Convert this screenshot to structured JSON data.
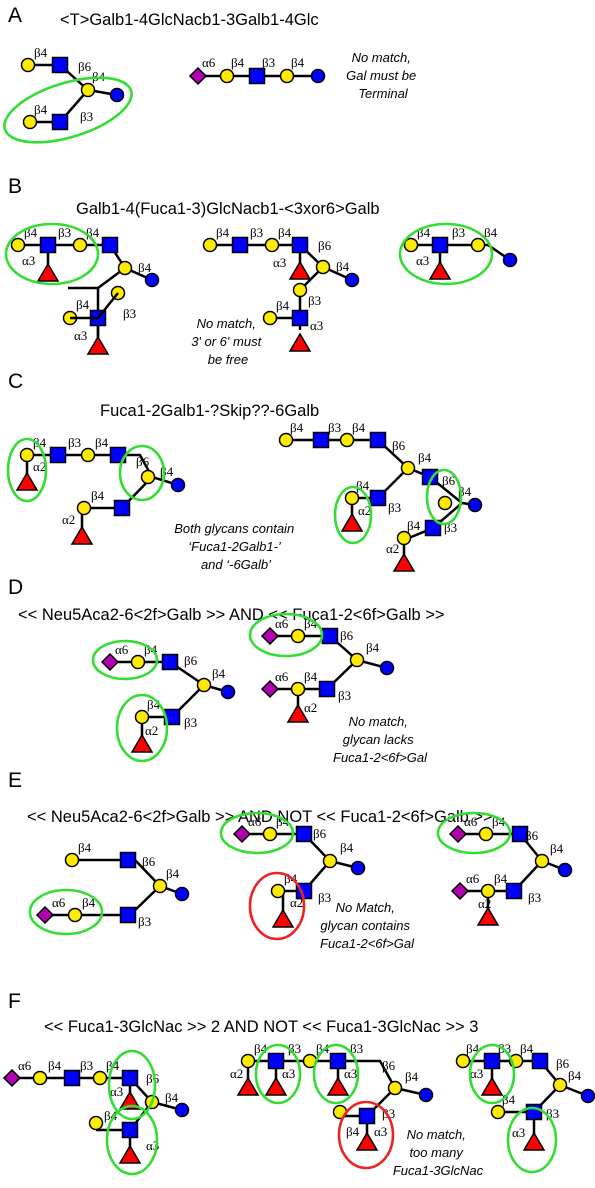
{
  "panels": {
    "A": {
      "letter": "A",
      "motif": "<T>Galb1-4GlcNacb1-3Galb1-4Glc",
      "note": [
        "No match,",
        "Gal must be",
        "Terminal"
      ]
    },
    "B": {
      "letter": "B",
      "motif": "Galb1-4(Fuca1-3)GlcNacb1-<3xor6>Galb",
      "note": [
        "No match,",
        "3' or 6' must",
        "be free"
      ]
    },
    "C": {
      "letter": "C",
      "motif": "Fuca1-2Galb1-?Skip??-6Galb",
      "note": [
        "Both glycans contain",
        "‘Fuca1-2Galb1-’",
        "and ‘-6Galb’"
      ]
    },
    "D": {
      "letter": "D",
      "motif": "<< Neu5Aca2-6<2f>Galb >> AND << Fuca1-2<6f>Galb >>",
      "note": [
        "No match,",
        "glycan lacks",
        "Fuca1-2<6f>Gal"
      ]
    },
    "E": {
      "letter": "E",
      "motif": "<< Neu5Aca2-6<2f>Galb >> AND NOT << Fuca1-2<6f>Galb >>",
      "note": [
        "No Match,",
        "glycan contains",
        "Fuca1-2<6f>Gal"
      ]
    },
    "F": {
      "letter": "F",
      "motif": "<< Fuca1-3GlcNac >> 2 AND NOT << Fuca1-3GlcNac >> 3",
      "note": [
        "No match,",
        "too many",
        "Fuca1-3GlcNac"
      ]
    }
  },
  "linkages": {
    "b3": "β3",
    "b4": "β4",
    "b6": "β6",
    "a2": "α2",
    "a3": "α3",
    "a6": "α6"
  },
  "symbols": {
    "galactose": "yellow-circle",
    "glucose": "blue-circle",
    "glcnac": "blue-square",
    "fucose": "red-triangle",
    "neu5ac": "purple-diamond"
  },
  "colors": {
    "galactose": "#ffea00",
    "glucose": "#0000ff",
    "glcnac": "#0000ff",
    "fucose": "#ff0000",
    "neu5ac": "#b000b0",
    "match_ring": "#33dd33",
    "exclude_ring": "#ee2222"
  }
}
